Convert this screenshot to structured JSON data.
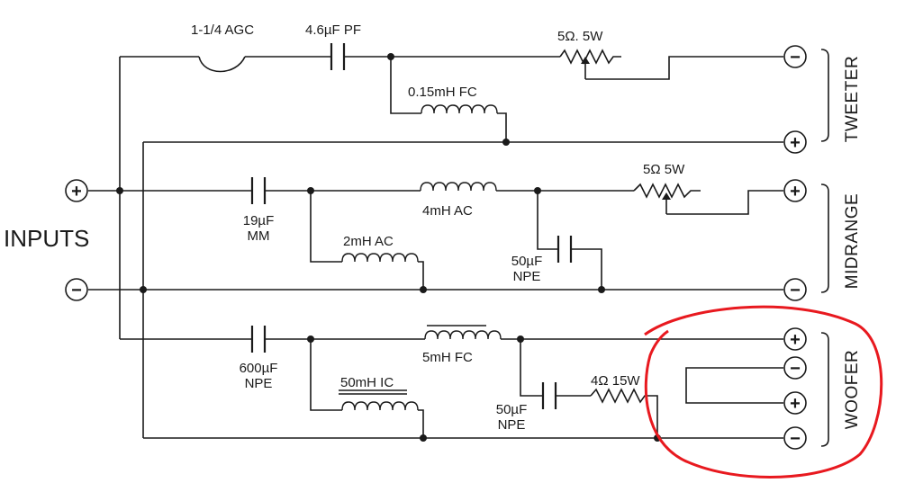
{
  "inputs": {
    "label": "INPUTS",
    "plus": "+",
    "minus": "−"
  },
  "tweeter": {
    "label": "TWEETER",
    "fuse_label": "1-1/4 AGC",
    "cap_label": "4.6µF PF",
    "resistor_label": "5Ω. 5W",
    "inductor_label": "0.15mH FC",
    "term_minus": "−",
    "term_plus": "+"
  },
  "midrange": {
    "label": "MIDRANGE",
    "cap_label_1": "19µF",
    "cap_label_2": "MM",
    "inductor_series_label": "4mH AC",
    "inductor_shunt_label": "2mH AC",
    "resistor_label": "5Ω 5W",
    "cap2_label_1": "50µF",
    "cap2_label_2": "NPE",
    "term_plus": "+",
    "term_minus": "−"
  },
  "woofer": {
    "label": "WOOFER",
    "cap_label_1": "600µF",
    "cap_label_2": "NPE",
    "inductor_series_label": "5mH FC",
    "inductor_shunt_label": "50mH IC",
    "zobel_cap_label_1": "50µF",
    "zobel_cap_label_2": "NPE",
    "zobel_res_label": "4Ω 15W",
    "terms": [
      "+",
      "−",
      "+",
      "−"
    ]
  },
  "colors": {
    "line": "#1a1a1a",
    "highlight": "#e8191f",
    "background": "#ffffff"
  }
}
